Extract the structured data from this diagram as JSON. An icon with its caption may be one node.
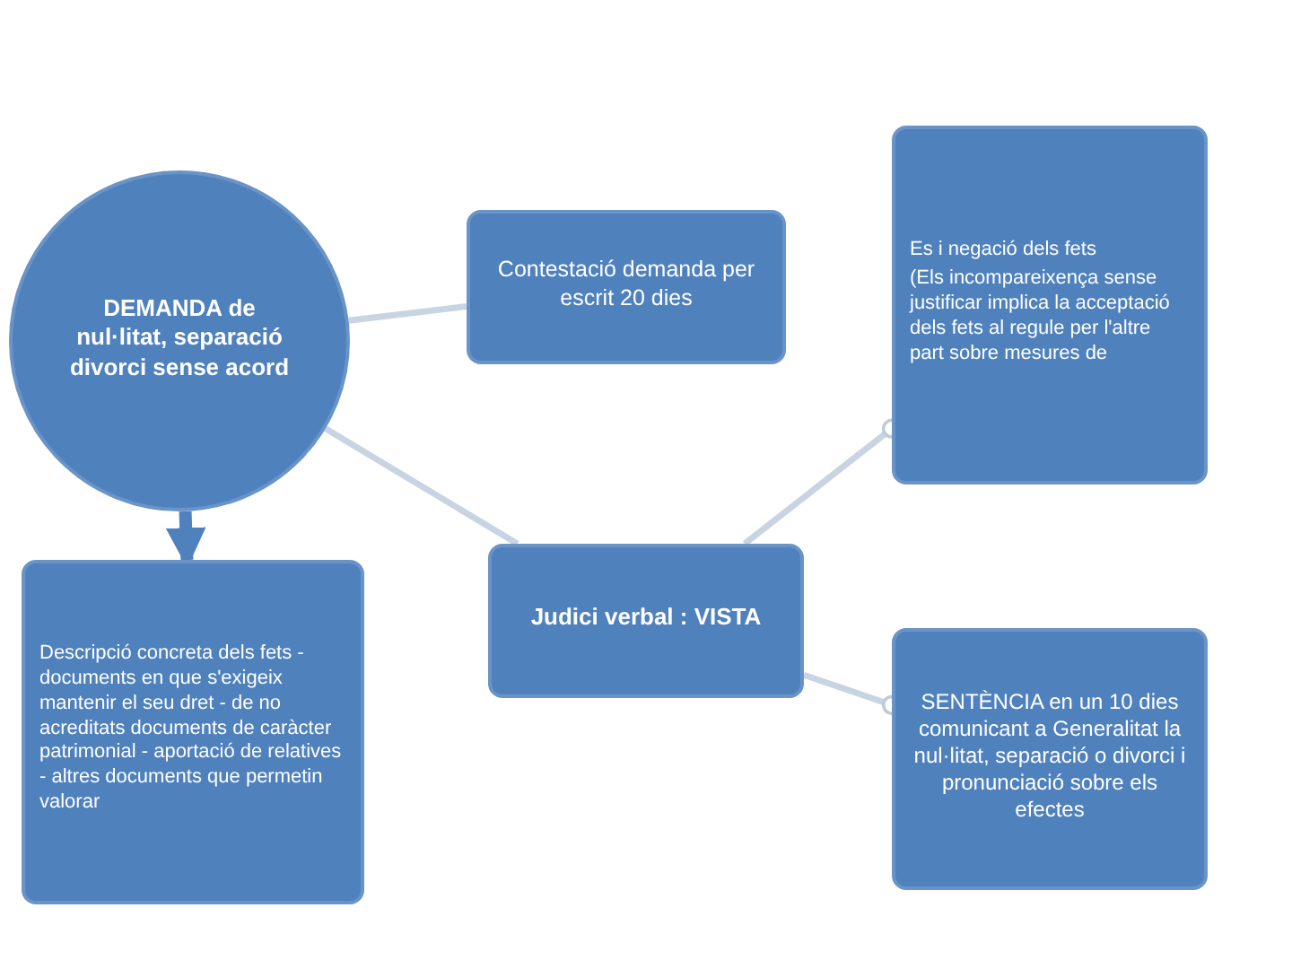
{
  "diagram": {
    "nodes": [
      {
        "text": [
          "DEMANDA de nul·litat, separació divorci sense acord"
        ]
      },
      {
        "text": [
          "Contestació demanda per escrit 20 dies"
        ]
      },
      {
        "text": [
          "Judici verbal : VISTA"
        ]
      },
      {
        "text": [
          "Es i negació dels fets",
          "(Els incompareixença sense justificar implica la acceptació dels fets al regule per l'altre part sobre mesures de"
        ]
      },
      {
        "text": [
          "SENTÈNCIA en un 10 dies comunicant a Generalitat la nul·litat, separació o divorci i pronunciació sobre els efectes"
        ]
      },
      {
        "text": [
          "Descripció concreta dels fets - documents en que s'exigeix mantenir el seu dret - de no acreditats documents de caràcter patrimonial - aportació de relatives - altres documents que permetin valorar"
        ]
      }
    ],
    "edges": [
      {
        "from": 0,
        "to": 1,
        "arrow": "none"
      },
      {
        "from": 0,
        "to": 2,
        "arrow": "none"
      },
      {
        "from": 2,
        "to": 3,
        "arrow": "other"
      },
      {
        "from": 2,
        "to": 4,
        "arrow": "other"
      },
      {
        "from": 0,
        "to": 5,
        "arrow": "to",
        "style": "thick",
        "color": "#4f81bd"
      }
    ]
  }
}
